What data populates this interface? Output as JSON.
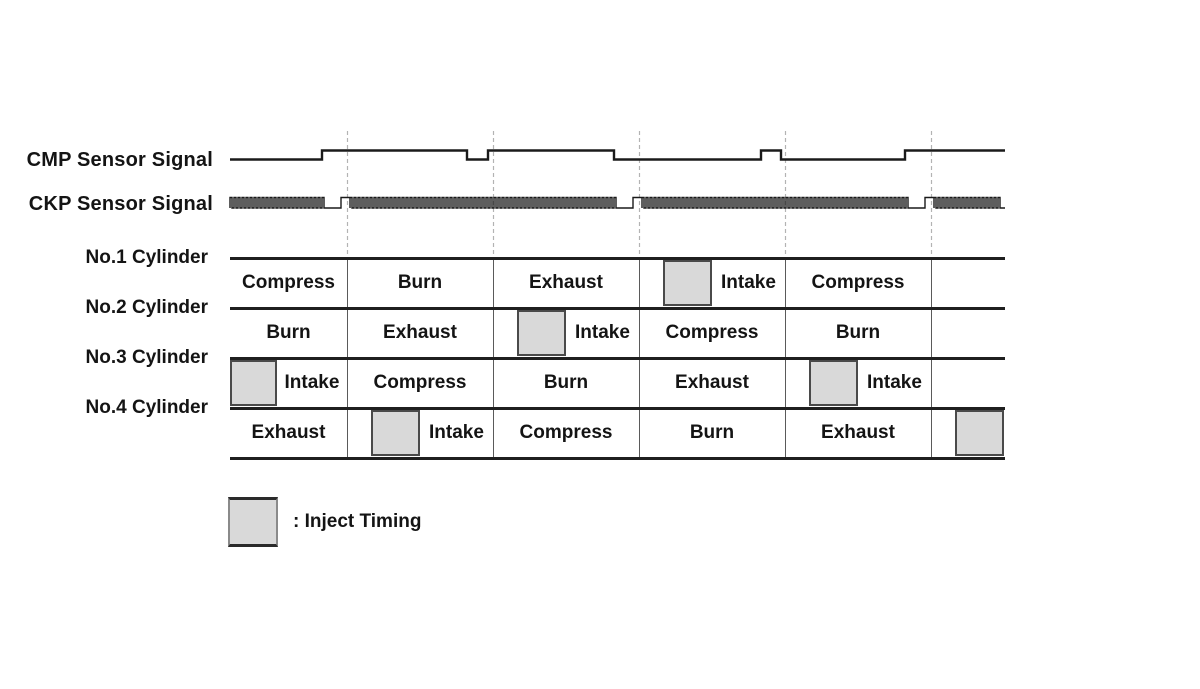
{
  "diagram": {
    "cmp_label": "CMP Sensor Signal",
    "ckp_label": "CKP Sensor Signal",
    "legend_label": ": Inject Timing",
    "colors": {
      "line": "#1a1a1a",
      "inject_fill": "#d9d9d9",
      "grid_line": "#5a5a5a",
      "dashed_line": "#b3b3b3"
    },
    "rows": [
      {
        "cylinder": "No.1 Cylinder",
        "cells": [
          {
            "label": "Compress",
            "inject": false
          },
          {
            "label": "Burn",
            "inject": false
          },
          {
            "label": "Exhaust",
            "inject": false
          },
          {
            "label": "Intake",
            "inject": true
          },
          {
            "label": "Compress",
            "inject": false
          },
          {
            "label": "",
            "inject": false
          }
        ]
      },
      {
        "cylinder": "No.2 Cylinder",
        "cells": [
          {
            "label": "Burn",
            "inject": false
          },
          {
            "label": "Exhaust",
            "inject": false
          },
          {
            "label": "Intake",
            "inject": true
          },
          {
            "label": "Compress",
            "inject": false
          },
          {
            "label": "Burn",
            "inject": false
          },
          {
            "label": "",
            "inject": false
          }
        ]
      },
      {
        "cylinder": "No.3 Cylinder",
        "cells": [
          {
            "label": "Intake",
            "inject": true,
            "inject_at_edge": true
          },
          {
            "label": "Compress",
            "inject": false
          },
          {
            "label": "Burn",
            "inject": false
          },
          {
            "label": "Exhaust",
            "inject": false
          },
          {
            "label": "Intake",
            "inject": true
          },
          {
            "label": "",
            "inject": false
          }
        ]
      },
      {
        "cylinder": "No.4 Cylinder",
        "cells": [
          {
            "label": "Exhaust",
            "inject": false
          },
          {
            "label": "Intake",
            "inject": true
          },
          {
            "label": "Compress",
            "inject": false
          },
          {
            "label": "Burn",
            "inject": false
          },
          {
            "label": "Exhaust",
            "inject": false
          },
          {
            "label": "",
            "inject": true
          }
        ]
      }
    ]
  }
}
